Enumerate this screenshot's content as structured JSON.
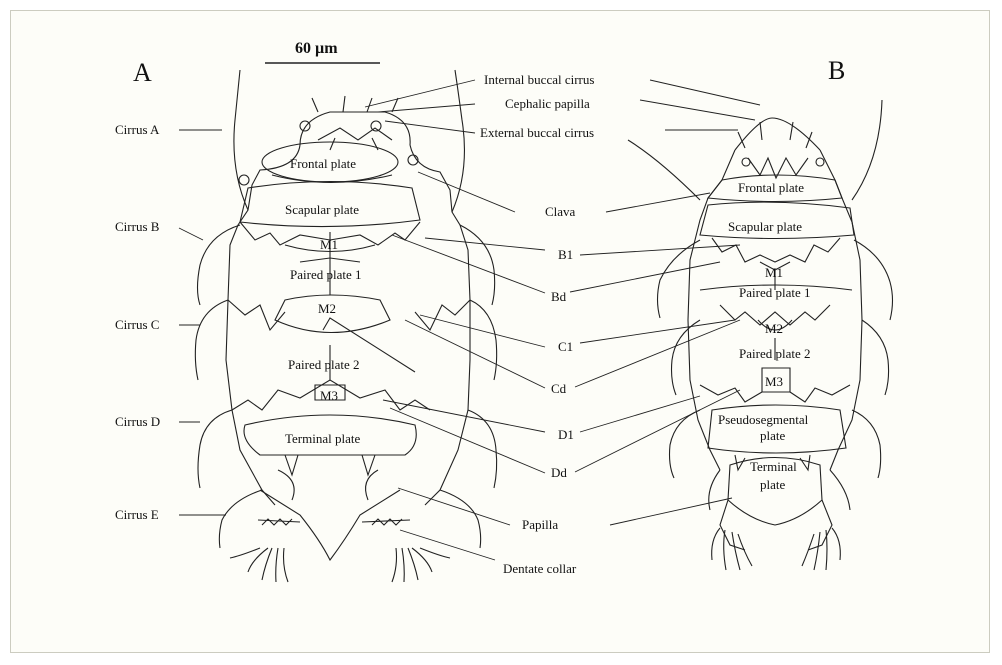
{
  "panel_a": "A",
  "panel_b": "B",
  "scale_bar": "60 µm",
  "left_labels": {
    "cirrus_a": "Cirrus A",
    "cirrus_b": "Cirrus B",
    "cirrus_c": "Cirrus C",
    "cirrus_d": "Cirrus D",
    "cirrus_e": "Cirrus E"
  },
  "center_labels": {
    "internal_buccal": "Internal buccal cirrus",
    "cephalic_papilla": "Cephalic papilla",
    "external_buccal": "External buccal cirrus",
    "clava": "Clava",
    "b1": "B1",
    "bd": "Bd",
    "c1": "C1",
    "cd": "Cd",
    "d1": "D1",
    "dd": "Dd",
    "papilla": "Papilla",
    "dentate_collar": "Dentate collar"
  },
  "plates_a": {
    "frontal": "Frontal plate",
    "scapular": "Scapular plate",
    "m1": "M1",
    "paired1": "Paired plate 1",
    "m2": "M2",
    "paired2": "Paired plate 2",
    "m3": "M3",
    "terminal": "Terminal plate"
  },
  "plates_b": {
    "frontal": "Frontal plate",
    "scapular": "Scapular plate",
    "m1": "M1",
    "paired1": "Paired plate 1",
    "m2": "M2",
    "paired2": "Paired plate 2",
    "m3": "M3",
    "pseudo1": "Pseudosegmental",
    "pseudo2": "plate",
    "terminal1": "Terminal",
    "terminal2": "plate"
  }
}
